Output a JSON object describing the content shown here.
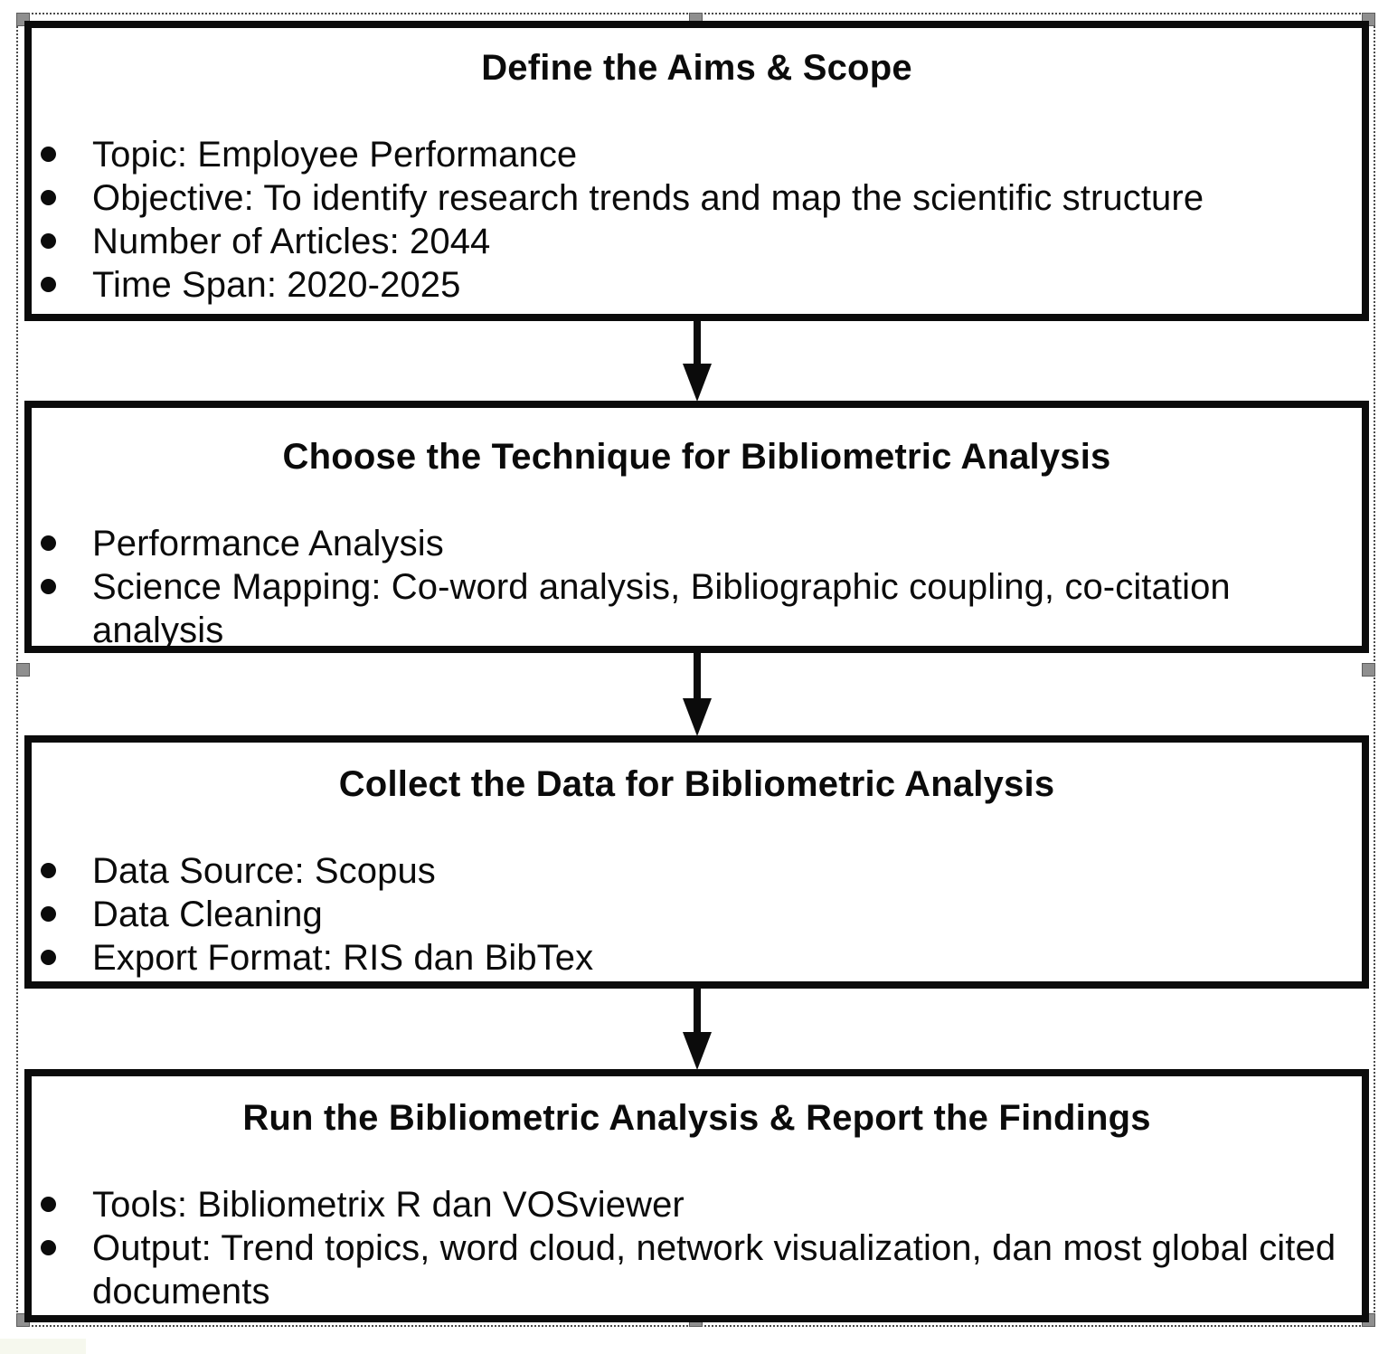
{
  "flowchart": {
    "boxes": [
      {
        "title": "Define the Aims & Scope",
        "items": [
          "Topic: Employee Performance",
          "Objective: To identify research trends and map the scientific structure",
          "Number of Articles: 2044",
          "Time Span: 2020-2025"
        ]
      },
      {
        "title": "Choose the Technique for Bibliometric Analysis",
        "items": [
          "Performance Analysis",
          "Science Mapping: Co-word analysis, Bibliographic coupling, co-citation analysis"
        ]
      },
      {
        "title": "Collect the Data for Bibliometric Analysis",
        "items": [
          "Data Source: Scopus",
          "Data Cleaning",
          "Export Format: RIS dan BibTex"
        ]
      },
      {
        "title": "Run the Bibliometric Analysis & Report the Findings",
        "items": [
          "Tools: Bibliometrix R dan VOSviewer",
          "Output: Trend topics, word cloud, network visualization, dan most global cited documents"
        ]
      }
    ],
    "colors": {
      "box_border": "#0b0b0b",
      "text": "#0b0b0b",
      "background": "#ffffff",
      "selection_border": "#4a4a4a",
      "handle_fill": "#8f8f8f"
    }
  }
}
